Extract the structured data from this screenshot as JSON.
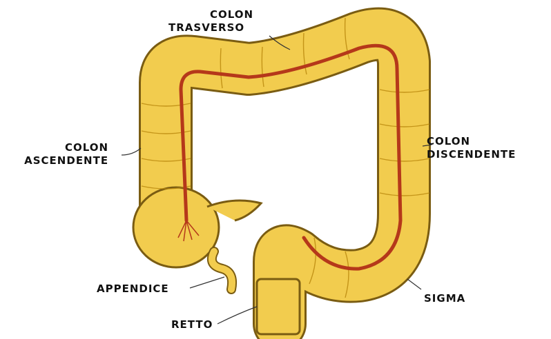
{
  "colors": {
    "colon_fill": "#f2cc4e",
    "colon_outline": "#7a5c12",
    "colon_shadow": "#d9a92e",
    "vessel": "#b5381a",
    "leader_line": "#333333",
    "label_text": "#111111"
  },
  "labels": {
    "trasverso": {
      "line1": "COLON",
      "line2": "TRASVERSO"
    },
    "ascendente": {
      "line1": "COLON",
      "line2": "ASCENDENTE"
    },
    "discendente": {
      "line1": "COLON",
      "line2": "DISCENDENTE"
    },
    "appendice": "APPENDICE",
    "sigma": "SIGMA",
    "retto": "RETTO"
  }
}
